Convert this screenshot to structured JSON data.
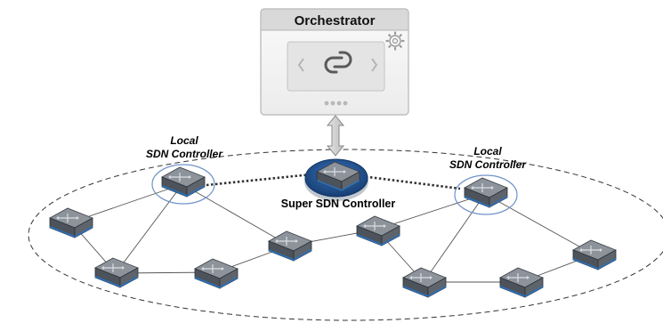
{
  "orchestrator": {
    "title": "Orchestrator",
    "icons": [
      "gear-icon",
      "link-icon",
      "chevron-left-icon",
      "chevron-right-icon"
    ],
    "page_dots": 4
  },
  "controllers": {
    "left_label_line1": "Local",
    "left_label_line2": "SDN Controller",
    "right_label_line1": "Local",
    "right_label_line2": "SDN Controller",
    "super_label": "Super SDN Controller"
  },
  "colors": {
    "switch_body": "#4a4f57",
    "switch_top": "#8a8f96",
    "switch_blue": "#2c6fb7",
    "super_disc": "#1f4e8c",
    "panel_bg": "#f2f2f2",
    "panel_header": "#d9d9d9"
  }
}
